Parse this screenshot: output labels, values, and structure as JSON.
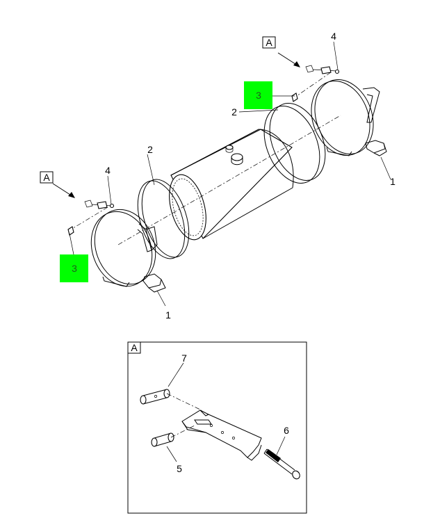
{
  "diagram": {
    "highlight_color": "#00ff00",
    "callouts": {
      "ref_a_top": "A",
      "ref_a_left": "A",
      "detail_a": "A",
      "strap_right": "1",
      "strap_left": "1",
      "clamp_ring_right": "2",
      "clamp_ring_left": "2",
      "bolt_right": "3",
      "bolt_left": "3",
      "nut_right": "4",
      "nut_left": "4",
      "pin_lower": "5",
      "bolt_detail": "6",
      "pin_upper": "7"
    }
  }
}
